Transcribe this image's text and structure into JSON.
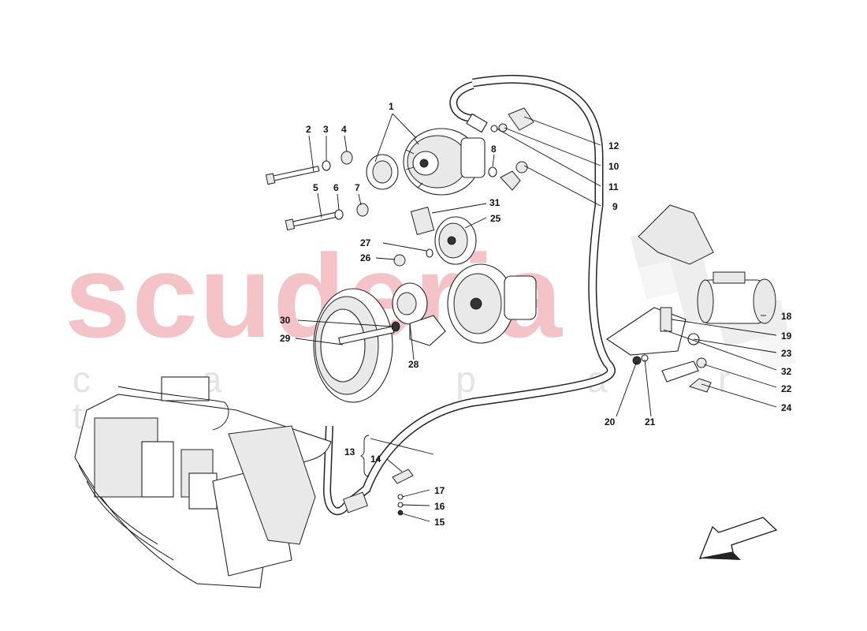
{
  "watermark": {
    "brand": "scuderia",
    "tagline": "c a r   p a r t s"
  },
  "callouts": [
    {
      "id": "c1",
      "text": "1"
    },
    {
      "id": "c2",
      "text": "2"
    },
    {
      "id": "c3",
      "text": "3"
    },
    {
      "id": "c4",
      "text": "4"
    },
    {
      "id": "c5",
      "text": "5"
    },
    {
      "id": "c6",
      "text": "6"
    },
    {
      "id": "c7",
      "text": "7"
    },
    {
      "id": "c8",
      "text": "8"
    },
    {
      "id": "c9",
      "text": "9"
    },
    {
      "id": "c10",
      "text": "10"
    },
    {
      "id": "c11",
      "text": "11"
    },
    {
      "id": "c12",
      "text": "12"
    },
    {
      "id": "c13",
      "text": "13"
    },
    {
      "id": "c14",
      "text": "14"
    },
    {
      "id": "c15",
      "text": "15"
    },
    {
      "id": "c16",
      "text": "16"
    },
    {
      "id": "c17",
      "text": "17"
    },
    {
      "id": "c18",
      "text": "18"
    },
    {
      "id": "c19",
      "text": "19"
    },
    {
      "id": "c20",
      "text": "20"
    },
    {
      "id": "c21",
      "text": "21"
    },
    {
      "id": "c22",
      "text": "22"
    },
    {
      "id": "c23",
      "text": "23"
    },
    {
      "id": "c24",
      "text": "24"
    },
    {
      "id": "c25",
      "text": "25"
    },
    {
      "id": "c26",
      "text": "26"
    },
    {
      "id": "c27",
      "text": "27"
    },
    {
      "id": "c28",
      "text": "28"
    },
    {
      "id": "c29",
      "text": "29"
    },
    {
      "id": "c30",
      "text": "30"
    },
    {
      "id": "c31",
      "text": "31"
    },
    {
      "id": "c32",
      "text": "32"
    }
  ]
}
